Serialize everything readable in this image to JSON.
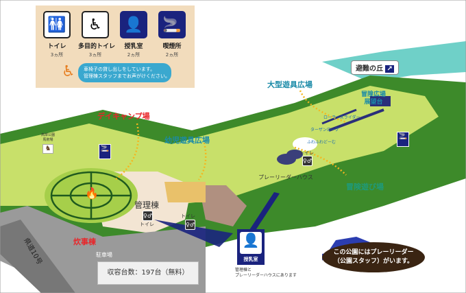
{
  "legend": {
    "items": [
      {
        "icon": "restroom-icon",
        "name": "トイレ",
        "count": "3ヵ所"
      },
      {
        "icon": "multipurpose-restroom-icon",
        "name": "多目的トイレ",
        "count": "3ヵ所"
      },
      {
        "icon": "nursing-room-icon",
        "name": "授乳室",
        "count": "2ヵ所",
        "sign": "授乳室"
      },
      {
        "icon": "smoking-area-icon",
        "name": "喫煙所",
        "count": "2ヵ所",
        "sign": "喫煙所"
      }
    ],
    "note_line1": "車椅子の貸し出しをしています。",
    "note_line2": "管理棟スタッフまでお声がけください。"
  },
  "areas": {
    "day_camp": "デイキャンプ場",
    "toddler_playground": "幼児遊具広場",
    "large_playground": "大型遊具広場",
    "adventure_plaza": "冒険広場",
    "observatory": "展望台",
    "adventure_play": "冒険遊び場",
    "refuge_hill": "避難の丘",
    "admin_building": "管理棟",
    "cooking_building": "炊事棟",
    "player_leader_house": "プレーリーダーハウス",
    "parking_lot": "駐車場",
    "road": "県道10号",
    "horse_label_1": "高岸公園",
    "horse_label_2": "馬術場",
    "roller_slider": "ローラースライダー",
    "tarzan_rope": "ターザンロープ",
    "fuwafuwa_dome": "ふわふわどーむ",
    "toilet": "トイレ",
    "toilet2": "トイレ",
    "toilet3": "トイレ"
  },
  "parking": {
    "capacity": "収容台数：197台（無料）"
  },
  "nursing": {
    "sign": "授乳室",
    "note_line1": "管理棟と",
    "note_line2": "プレーリーダーハウスにあります"
  },
  "staff": {
    "line1": "この公園にはプレーリーダー",
    "line2": "（公園スタッフ）がいます。"
  },
  "colors": {
    "grass_light": "#c8e06a",
    "grass_dark": "#3d8a2a",
    "path": "#f3e5d3",
    "road": "#9a9a9a",
    "nav_blue": "#1a237e",
    "water": "#6fd0c8"
  }
}
